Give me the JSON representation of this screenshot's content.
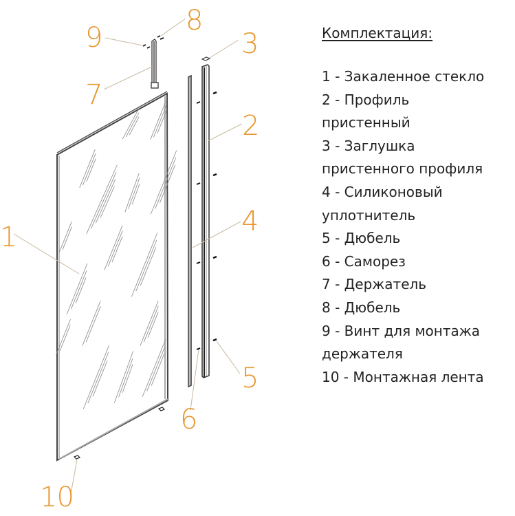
{
  "legend": {
    "title": "Комплектация:",
    "lines": [
      "1 - Закаленное стекло",
      "2 - Профиль",
      "пристенный",
      "3 - Заглушка",
      "пристенного профиля",
      "4 - Силиконовый",
      "уплотнитель",
      "5 - Дюбель",
      "6 - Саморез",
      "7 - Держатель",
      "8 - Дюбель",
      "9 - Винт для монтажа",
      "держателя",
      "10 - Монтажная лента"
    ]
  },
  "callouts": {
    "c1": "1",
    "c2": "2",
    "c3": "3",
    "c4": "4",
    "c5": "5",
    "c6": "6",
    "c7": "7",
    "c8": "8",
    "c9": "9",
    "c10": "10"
  },
  "colors": {
    "callout": "#e8962e",
    "leader": "#c9b9a0",
    "line": "#333333",
    "text": "#222222"
  }
}
